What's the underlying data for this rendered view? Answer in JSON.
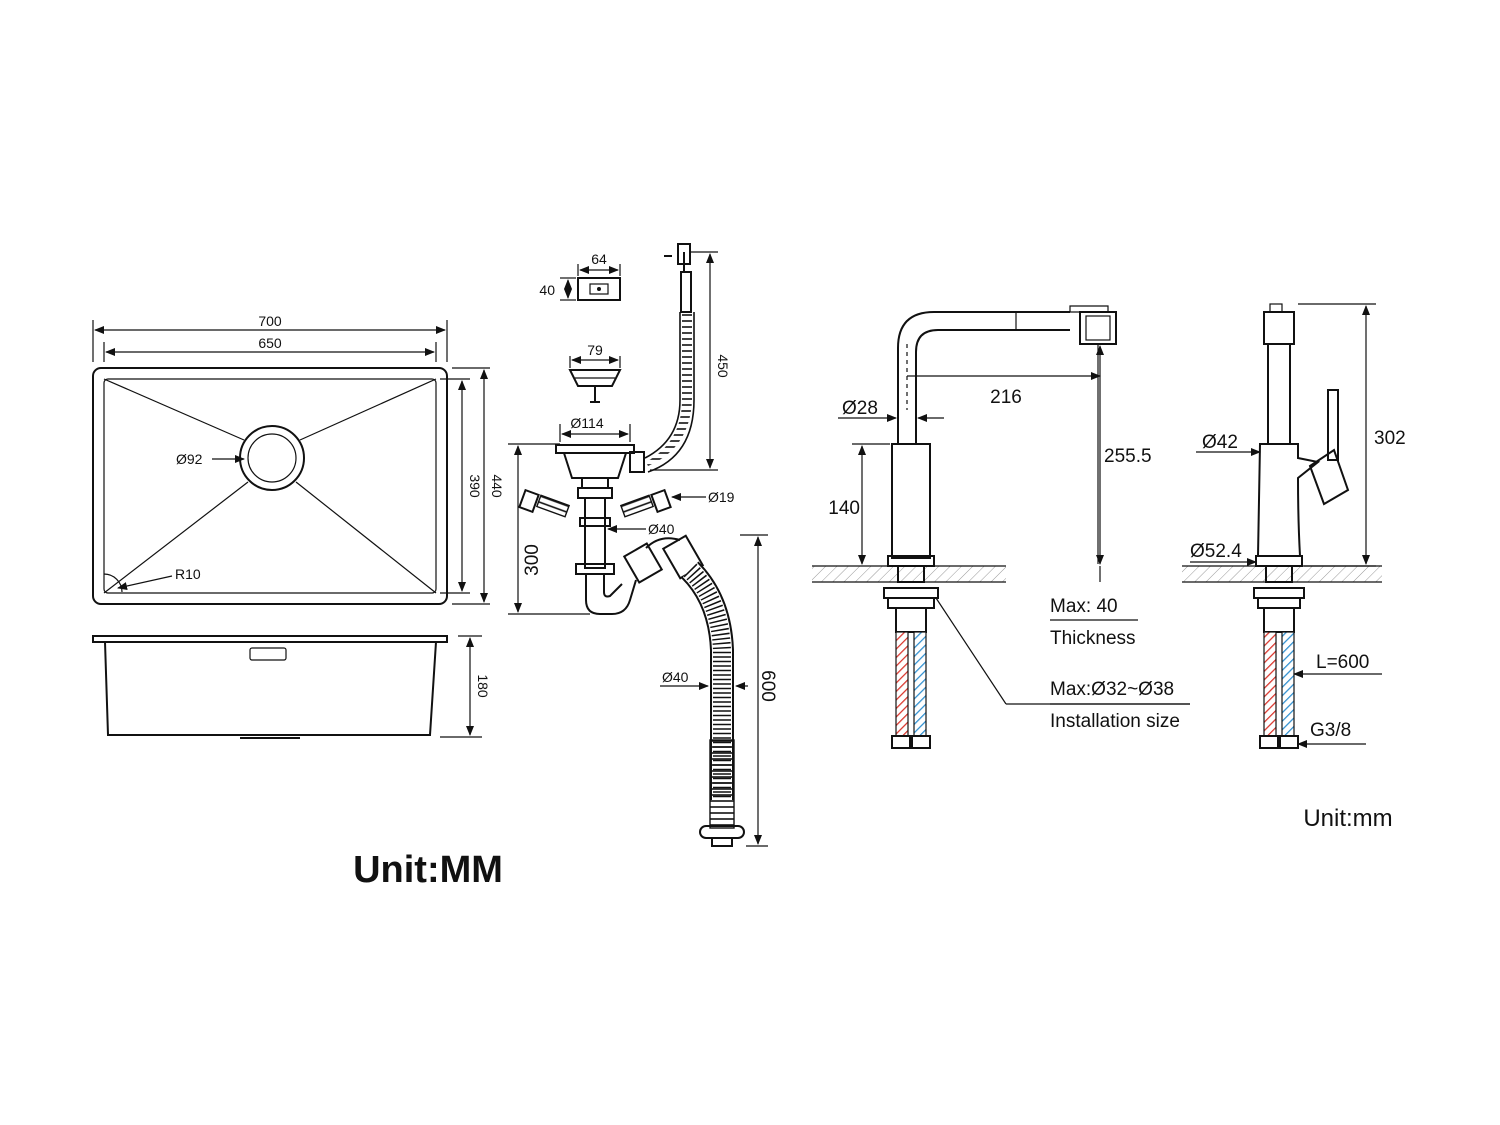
{
  "sink": {
    "dims": {
      "outer_width": "700",
      "inner_width": "650",
      "drain_diameter": "Ø92",
      "corner_radius": "R10",
      "inner_depth": "390",
      "outer_depth": "440",
      "bowl_height": "180"
    },
    "unit": "Unit:MM"
  },
  "drain": {
    "dims": {
      "overflow_width": "64",
      "overflow_height": "40",
      "basket_diameter": "79",
      "flange_diameter": "Ø114",
      "overflow_hose_length": "450",
      "connector_diameter": "Ø19",
      "trap_height": "300",
      "trap_diameter": "Ø40",
      "waste_hose_diameter": "Ø40",
      "waste_hose_length": "600"
    }
  },
  "faucet_side": {
    "dims": {
      "spout_diameter": "Ø28",
      "reach": "216",
      "spout_height": "255.5",
      "body_height": "140"
    },
    "notes": {
      "max_thickness": "Max: 40",
      "thickness_label": "Thickness",
      "max_install": "Max:Ø32~Ø38",
      "install_label": "Installation size"
    }
  },
  "faucet_front": {
    "dims": {
      "body_diameter": "Ø42",
      "total_height": "302",
      "base_diameter": "Ø52.4",
      "hose_length": "L=600",
      "thread": "G3/8"
    },
    "unit": "Unit:mm"
  },
  "hose_colors": {
    "hot": "#d9342b",
    "cold": "#2f8fd0"
  }
}
